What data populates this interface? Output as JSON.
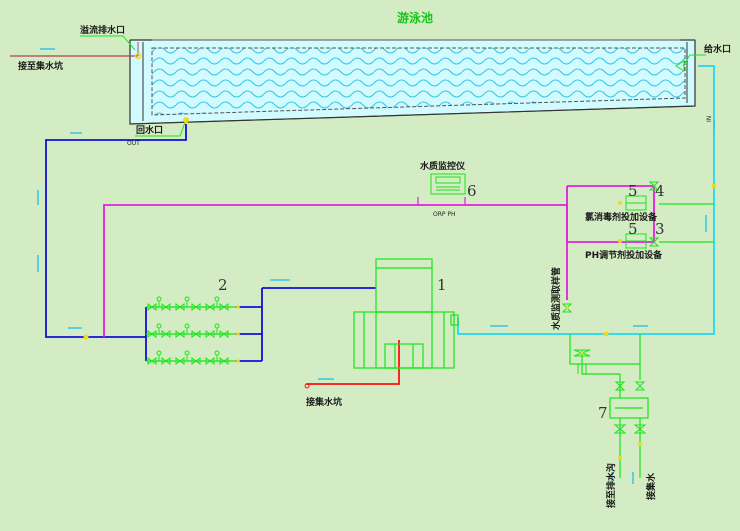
{
  "title": "游泳池",
  "labels": {
    "overflow_outlet": "溢流排水口",
    "to_sump_top": "接至集水坑",
    "return_inlet": "回水口",
    "supply_inlet": "给水口",
    "water_quality_monitor": "水质监控仪",
    "chlorine_dosing": "氯消毒剂投加设备",
    "ph_dosing": "PH调节剂投加设备",
    "sampling_pipe": "水质监测取样管",
    "to_sump_bottom": "接集水坑",
    "to_drain": "接至排水沟",
    "to_sump_v": "接集水",
    "orp_ph": "ORP PH",
    "out": "OUT",
    "in": "IN"
  },
  "numbers": [
    "1",
    "2",
    "3",
    "4",
    "5",
    "5",
    "6",
    "7"
  ],
  "colors": {
    "background": "#d4ecc4",
    "pool_water": "#d2fbff",
    "wave": "#35c5e8",
    "pool_border": "#555555",
    "blue_pipe": "#1010d8",
    "cyan_pipe": "#20d8f0",
    "magenta_pipe": "#e020e0",
    "red_pipe": "#ff1010",
    "brown_pipe": "#b04050",
    "equipment": "#18e618",
    "yellow": "#f0d820",
    "title": "#19c419"
  }
}
